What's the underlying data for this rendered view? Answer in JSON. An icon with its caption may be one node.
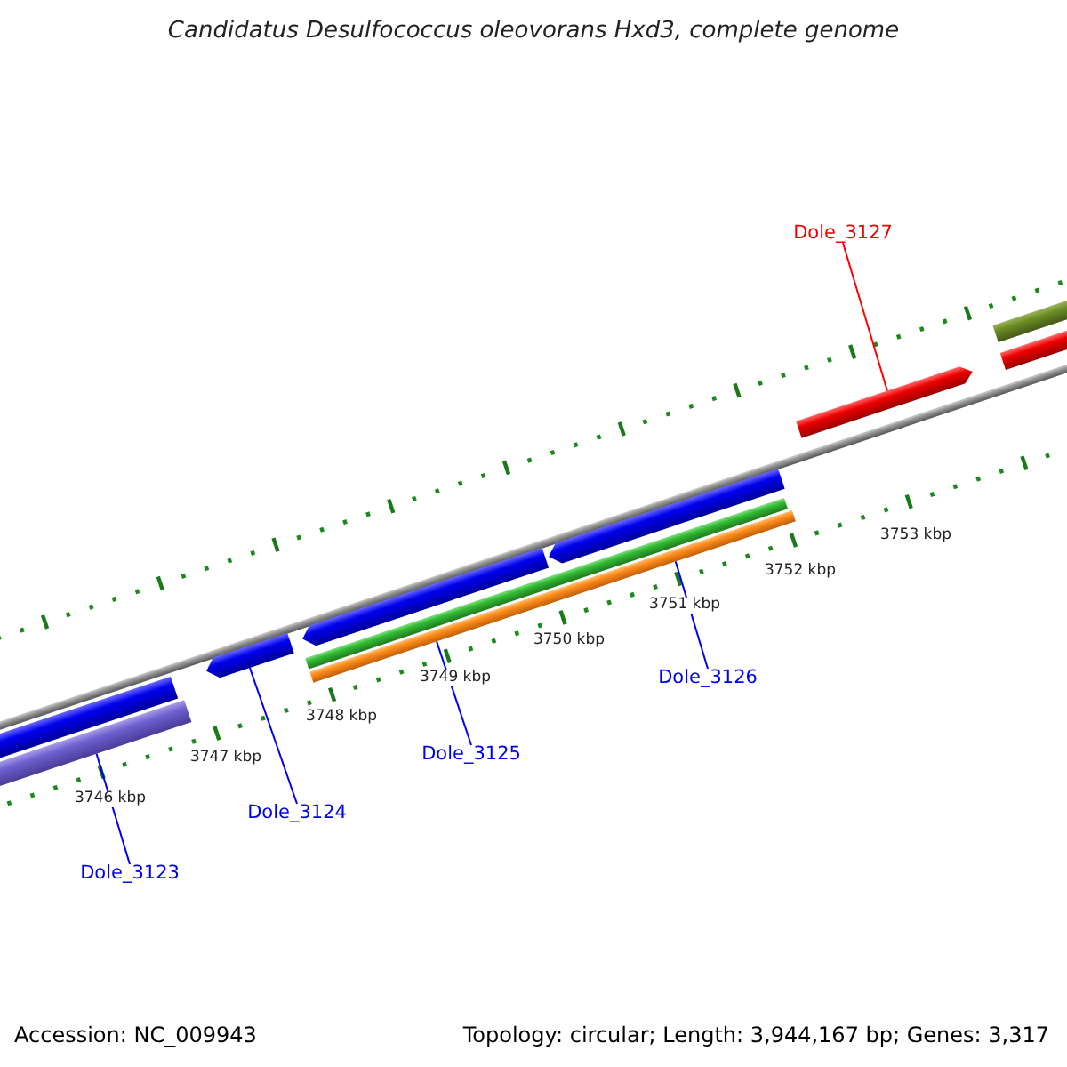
{
  "diagram": {
    "title": "Candidatus Desulfococcus oleovorans Hxd3, complete genome",
    "nodes": [
      {
        "text": [
          "Dole_3127"
        ]
      },
      {
        "text": [
          "Dole_3126"
        ]
      },
      {
        "text": [
          "Dole_3125"
        ]
      },
      {
        "text": [
          "Dole_3124"
        ]
      },
      {
        "text": [
          "Dole_3123"
        ]
      },
      {
        "text": [],
        "shape": "bar"
      },
      {
        "text": [],
        "shape": "bar"
      },
      {
        "text": [],
        "shape": "bar"
      },
      {
        "text": [],
        "shape": "bar"
      },
      {
        "text": [],
        "shape": "bar"
      },
      {
        "text": [],
        "shape": "bar"
      },
      {
        "text": [],
        "shape": "bar"
      },
      {
        "text": [],
        "shape": "bar"
      },
      {
        "text": [],
        "shape": "bar"
      },
      {
        "text": [],
        "shape": "bar"
      }
    ],
    "edges": [
      {
        "from": 0,
        "to": 12,
        "arrow": "none",
        "color": "#ff0000"
      },
      {
        "from": 1,
        "to": 9,
        "arrow": "none"
      },
      {
        "from": 2,
        "to": 9,
        "arrow": "none"
      },
      {
        "from": 3,
        "to": 7,
        "arrow": "none"
      },
      {
        "from": 4,
        "to": 6,
        "arrow": "none"
      }
    ],
    "labels": [
      "3746 kbp",
      "3747 kbp",
      "3748 kbp",
      "3749 kbp",
      "3750 kbp",
      "3751 kbp",
      "3752 kbp",
      "3753 kbp",
      "Accession: NC_009943",
      "Topology: circular; Length: 3,944,167 bp; Genes: 3,317"
    ]
  }
}
